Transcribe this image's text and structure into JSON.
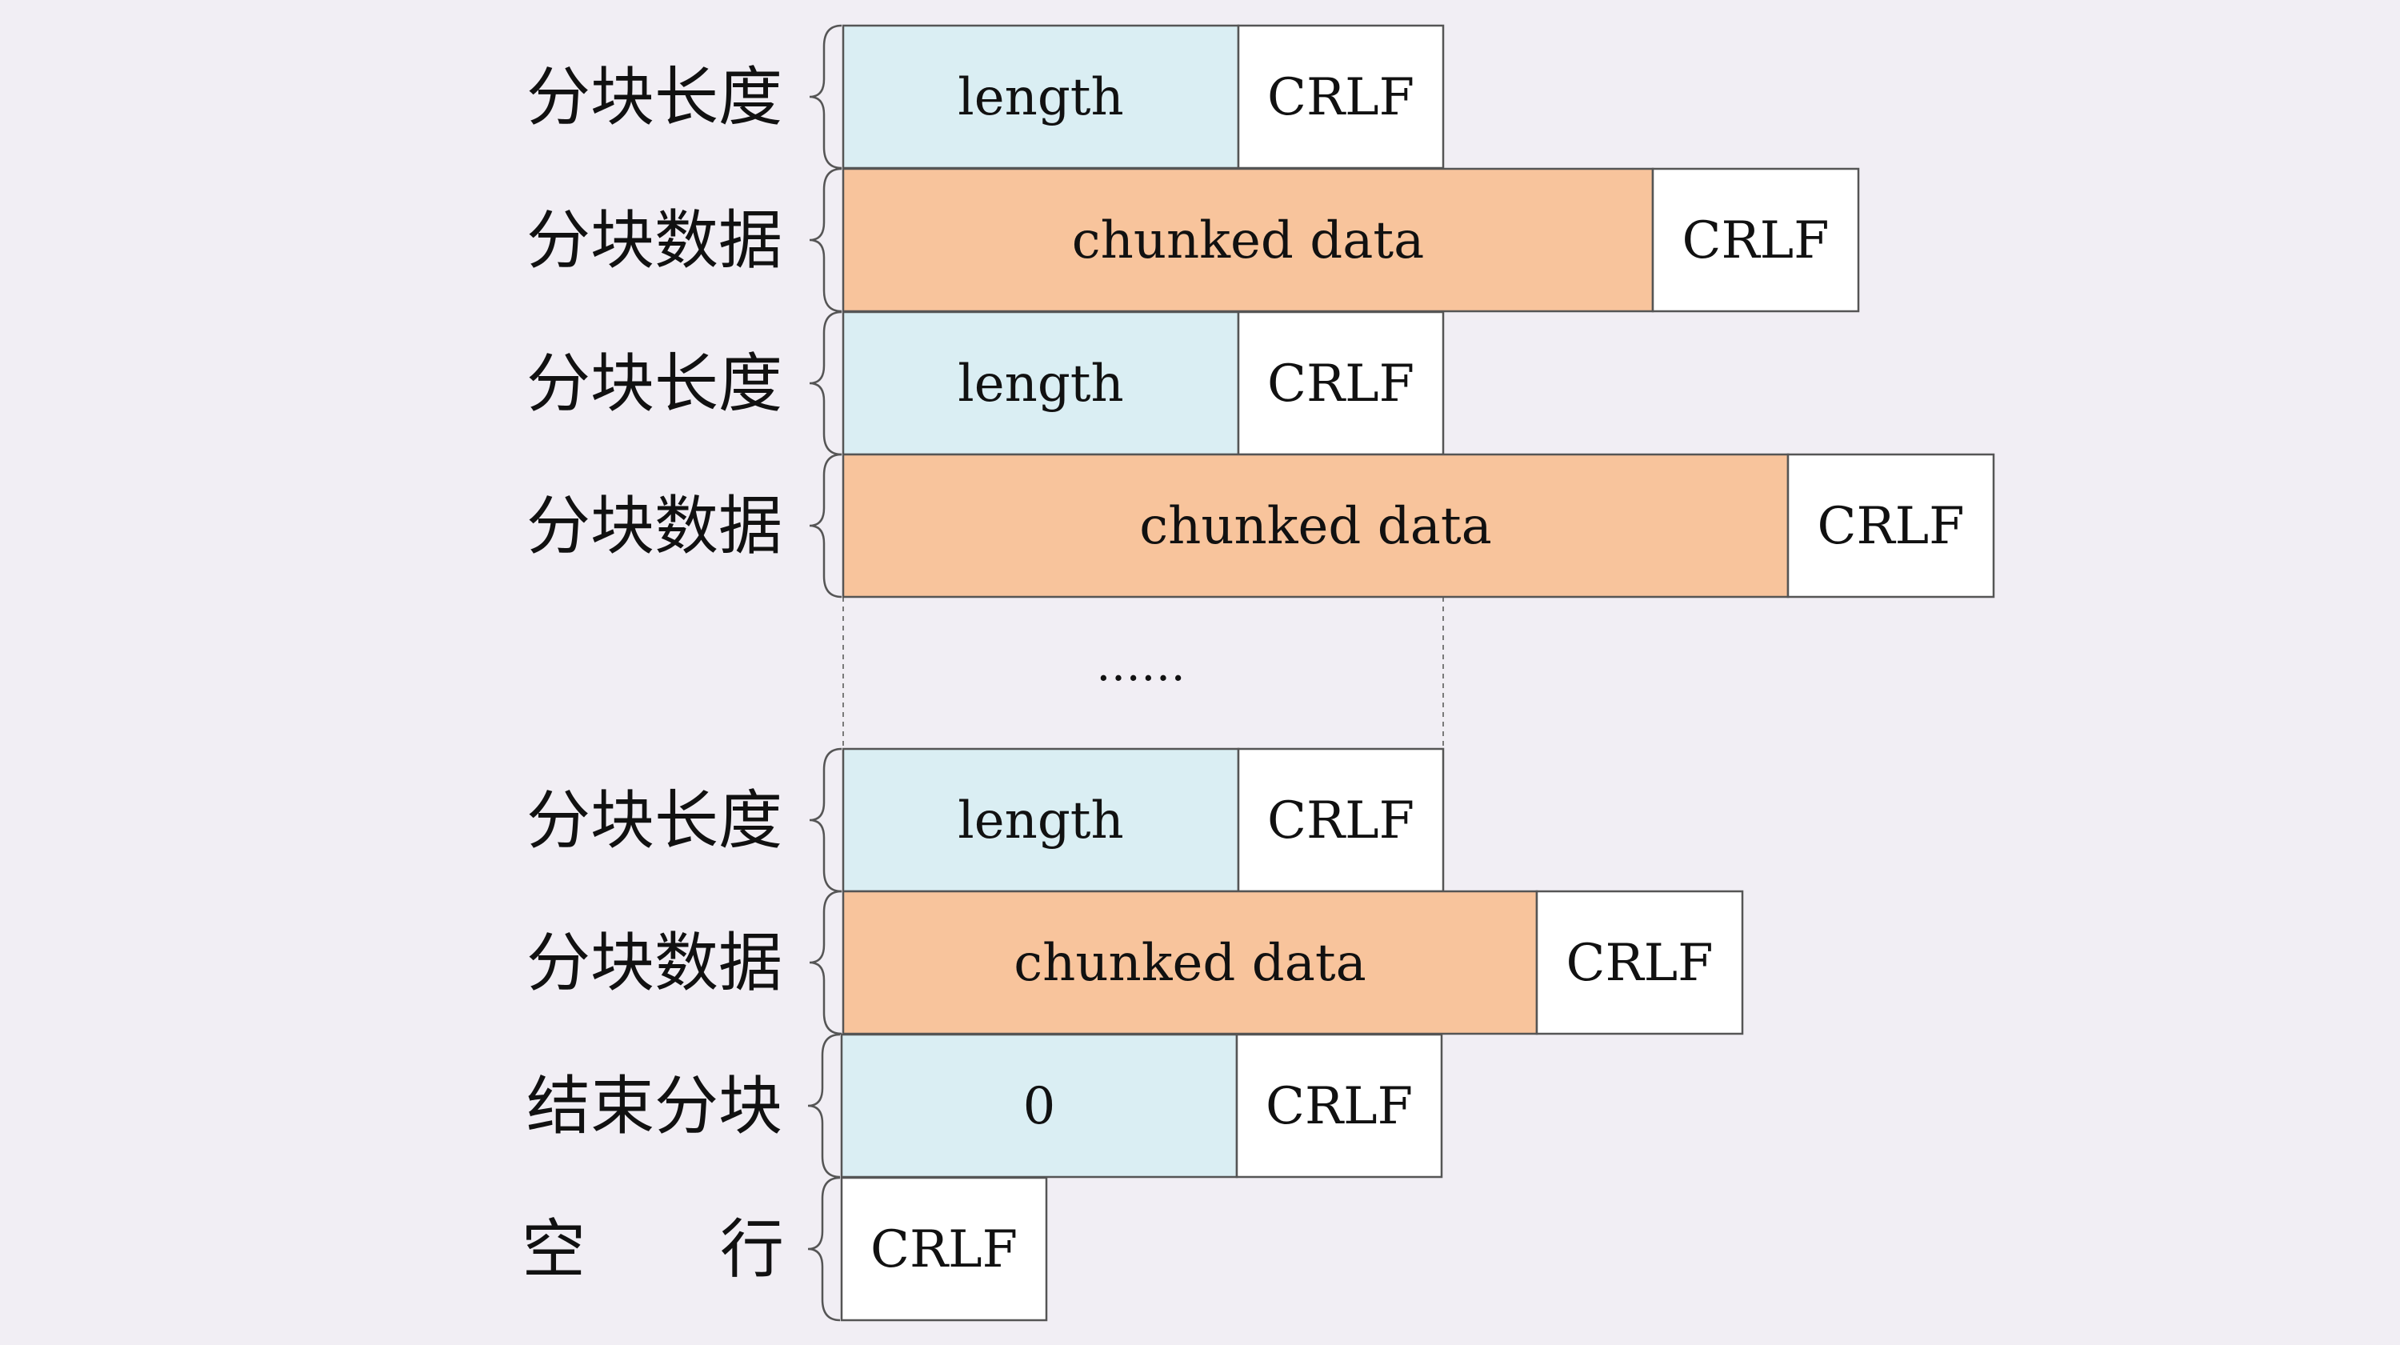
{
  "colors": {
    "length_fill": "#daeef3",
    "data_fill": "#f8c49c",
    "crlf_fill": "#ffffff"
  },
  "rows": [
    {
      "label": "分块长度",
      "kind": "length",
      "text": "length",
      "crlf": "CRLF"
    },
    {
      "label": "分块数据",
      "kind": "data",
      "text": "chunked data",
      "crlf": "CRLF"
    },
    {
      "label": "分块长度",
      "kind": "length",
      "text": "length",
      "crlf": "CRLF"
    },
    {
      "label": "分块数据",
      "kind": "data",
      "text": "chunked data",
      "crlf": "CRLF"
    },
    {
      "label": "分块长度",
      "kind": "length",
      "text": "length",
      "crlf": "CRLF"
    },
    {
      "label": "分块数据",
      "kind": "data",
      "text": "chunked data",
      "crlf": "CRLF"
    },
    {
      "label": "结束分块",
      "kind": "length",
      "text": "0",
      "crlf": "CRLF"
    },
    {
      "label": "空行",
      "kind": "blank",
      "text": "",
      "crlf": "CRLF"
    }
  ],
  "ellipsis": "……"
}
